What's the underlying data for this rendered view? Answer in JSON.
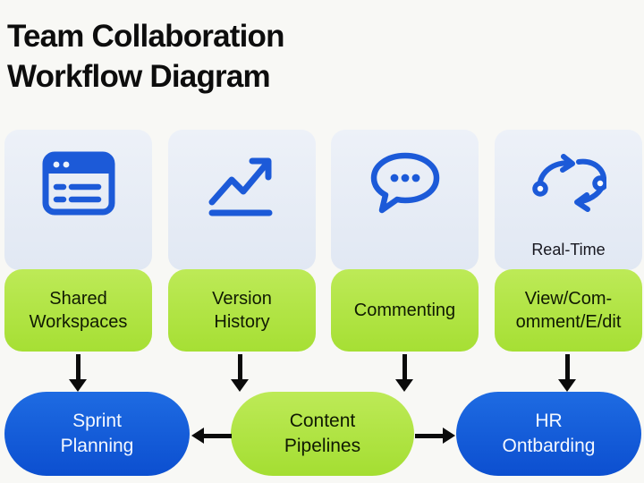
{
  "title": "Team Collaboration\nWorkflow Diagram",
  "columns": [
    {
      "id": "shared-workspaces",
      "icon": "browser-window-icon",
      "label": "Shared\nWorkspaces"
    },
    {
      "id": "version-history",
      "icon": "trend-up-icon",
      "label": "Version\nHistory"
    },
    {
      "id": "commenting",
      "icon": "comment-bubble-icon",
      "label": "Commenting"
    },
    {
      "id": "real-time",
      "icon": "sync-arrows-icon",
      "caption": "Real-Time",
      "label": "View/Com-\nomment/E/dit"
    }
  ],
  "bottom_nodes": [
    {
      "label": "Sprint\nPlanning",
      "color_role": "blue"
    },
    {
      "label": "Content\nPipelines",
      "color_role": "green"
    },
    {
      "label": "HR\nOntbarding",
      "color_role": "blue"
    }
  ],
  "arrows": {
    "down": [
      {
        "from": "Shared Workspaces",
        "to": "Sprint Planning"
      },
      {
        "from": "Version History",
        "to": "Content Pipelines"
      },
      {
        "from": "Commenting",
        "to": "Content Pipelines"
      },
      {
        "from": "View/Com-omment/E/dit",
        "to": "HR Ontbarding"
      }
    ],
    "horizontal": [
      {
        "from": "Content Pipelines",
        "to": "Sprint Planning",
        "direction": "left"
      },
      {
        "from": "Content Pipelines",
        "to": "HR Ontbarding",
        "direction": "right"
      }
    ]
  },
  "colors": {
    "background": "#f8f8f5",
    "title_text": "#0d0d0d",
    "card_bg": "#e7ecf5",
    "icon_blue": "#1c5ad8",
    "lime_green": "#aee23c",
    "node_blue": "#1159d6",
    "arrow_black": "#0b0b0b"
  }
}
